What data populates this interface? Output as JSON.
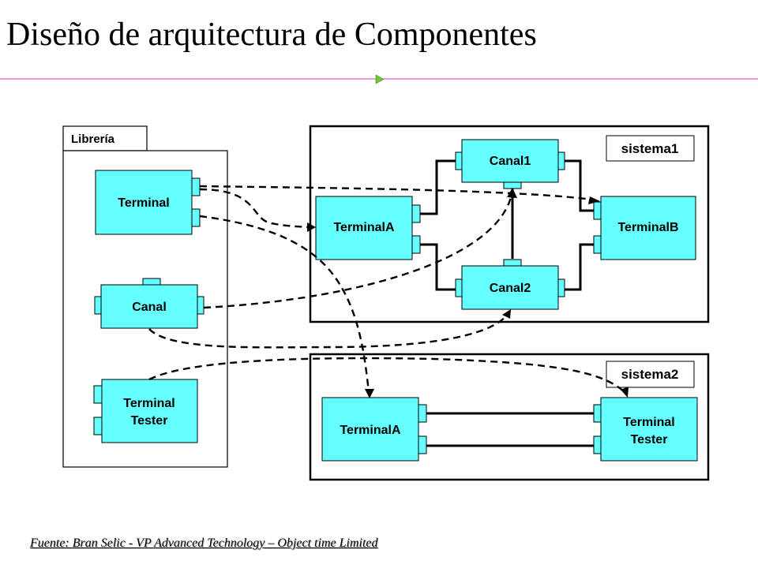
{
  "page": {
    "title": "Diseño de arquitectura de Componentes",
    "footer": "Fuente: Bran Selic - VP Advanced Technology – Object time Limited"
  },
  "colors": {
    "component_fill": "#66ffff",
    "border": "#000000",
    "title_rule": "#cc33cc",
    "rule_marker": "#66cc33"
  },
  "library": {
    "tab_label": "Librería",
    "terminal": "Terminal",
    "canal": "Canal",
    "tester_line1": "Terminal",
    "tester_line2": "Tester"
  },
  "sistema1": {
    "label": "sistema1",
    "terminalA": "TerminalA",
    "terminalB": "TerminalB",
    "canal1": "Canal1",
    "canal2": "Canal2"
  },
  "sistema2": {
    "label": "sistema2",
    "terminalA": "TerminalA",
    "tester_line1": "Terminal",
    "tester_line2": "Tester"
  }
}
